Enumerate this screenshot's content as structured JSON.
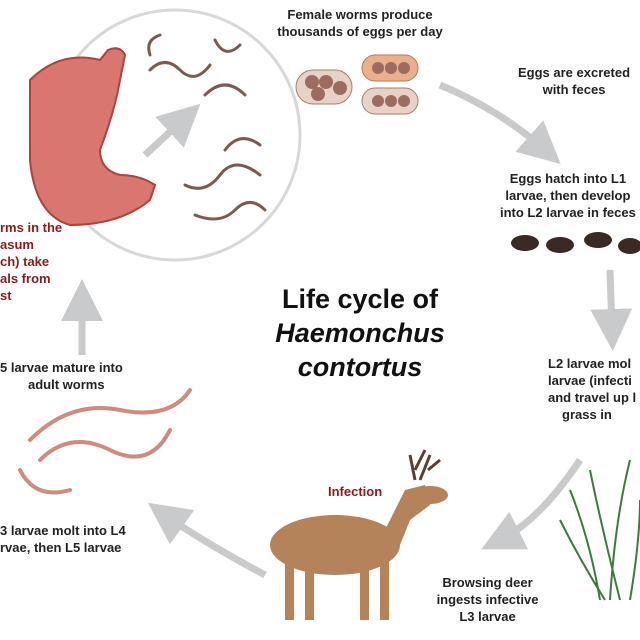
{
  "title": {
    "line1": "Life cycle of",
    "line2": "Haemonchus",
    "line3": "contortus"
  },
  "steps": {
    "eggs_produced": [
      "Female worms produce",
      "thousands of eggs per day"
    ],
    "eggs_excreted": [
      "Eggs are excreted",
      "with feces"
    ],
    "eggs_hatch": [
      "Eggs hatch into L1",
      "larvae, then develop",
      "into L2 larvae in feces"
    ],
    "l2_molt": [
      "L2 larvae mol",
      "larvae (infecti",
      "and travel up l",
      "grass in"
    ],
    "infection": "Infection",
    "deer_ingests": [
      "Browsing deer",
      "ingests infective",
      "L3 larvae"
    ],
    "l3_molt": [
      "3 larvae molt into L4",
      "rvae, then L5 larvae"
    ],
    "l5_mature": [
      "5 larvae mature into",
      "adult worms"
    ],
    "adult_worms": [
      "rms in the",
      "asum",
      "ch) take",
      "als from",
      "st"
    ]
  },
  "colors": {
    "arrow": "#c8cacc",
    "red_text": "#8b1a1a",
    "stomach": "#d9766f",
    "deer": "#b5835a"
  }
}
